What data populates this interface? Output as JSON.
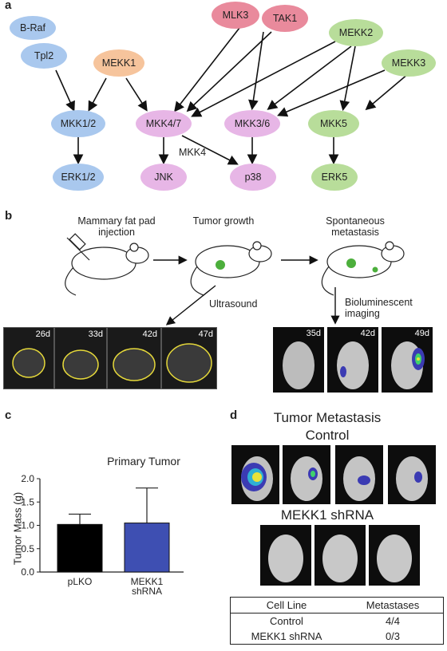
{
  "panels": {
    "a": "a",
    "b": "b",
    "c": "c",
    "d": "d"
  },
  "pathway": {
    "nodes": {
      "braf": "B-Raf",
      "tpl2": "Tpl2",
      "mekk1": "MEKK1",
      "mlk3": "MLK3",
      "tak1": "TAK1",
      "mekk2": "MEKK2",
      "mekk3": "MEKK3",
      "mkk12": "MKK1/2",
      "mkk47": "MKK4/7",
      "mkk36": "MKK3/6",
      "mkk5": "MKK5",
      "erk12": "ERK1/2",
      "jnk": "JNK",
      "p38": "p38",
      "erk5": "ERK5"
    },
    "edge_label": "MKK4",
    "colors": {
      "blue": "#a9c8ee",
      "orange": "#f6c49c",
      "red": "#e98a9c",
      "green": "#b8dd9a",
      "purple": "#e7b6e6"
    }
  },
  "workflow": {
    "step1": "Mammary fat pad\ninjection",
    "step2": "Tumor growth",
    "step3": "Spontaneous\nmetastasis",
    "ultrasound": "Ultrasound",
    "bli": "Bioluminescent\nimaging",
    "us_days": [
      "26d",
      "33d",
      "42d",
      "47d"
    ],
    "bli_days": [
      "35d",
      "42d",
      "49d"
    ]
  },
  "chart_data": {
    "type": "bar",
    "title": "Primary Tumor",
    "ylabel": "Tumor Mass (g)",
    "categories": [
      "pLKO",
      "MEKK1\nshRNA"
    ],
    "values": [
      1.02,
      1.05
    ],
    "errors": [
      0.22,
      0.75
    ],
    "colors": [
      "#000000",
      "#3e4fb2"
    ],
    "ylim": [
      0,
      2.0
    ],
    "yticks": [
      "0.0",
      "0.5",
      "1.0",
      "1.5",
      "2.0"
    ]
  },
  "metastasis": {
    "title": "Tumor Metastasis",
    "control_label": "Control",
    "shrna_label": "MEKK1 shRNA",
    "table": {
      "headers": [
        "Cell Line",
        "Metastases"
      ],
      "rows": [
        [
          "Control",
          "4/4"
        ],
        [
          "MEKK1 shRNA",
          "0/3"
        ]
      ]
    }
  }
}
